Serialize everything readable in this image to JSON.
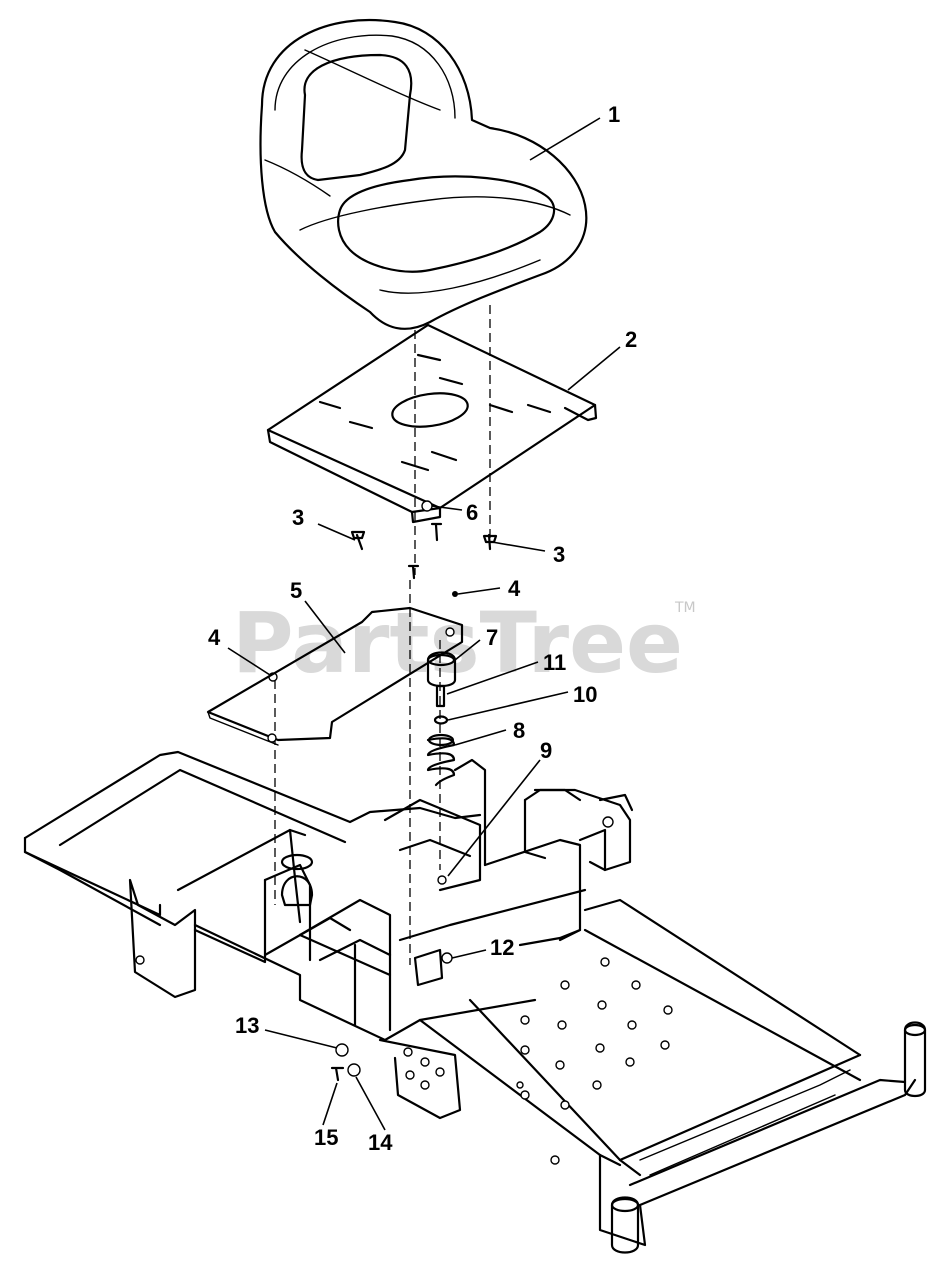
{
  "watermark": {
    "text": "PartsTree",
    "trademark": "TM"
  },
  "callouts": [
    "1",
    "2",
    "3",
    "3",
    "4",
    "4",
    "5",
    "6",
    "7",
    "8",
    "9",
    "10",
    "11",
    "12",
    "13",
    "14",
    "15"
  ]
}
